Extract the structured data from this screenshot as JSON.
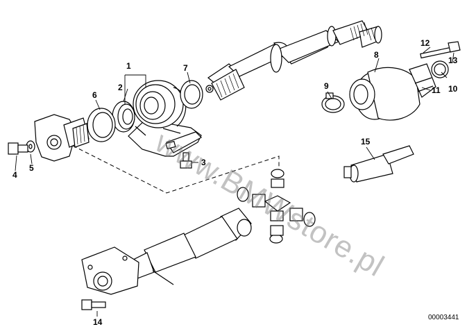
{
  "diagram": {
    "callouts": {
      "c1": "1",
      "c2": "2",
      "c3": "3",
      "c4": "4",
      "c5": "5",
      "c6": "6",
      "c7": "7",
      "c8": "8",
      "c9": "9",
      "c10": "10",
      "c11": "11",
      "c12": "12",
      "c13": "13",
      "c14": "14",
      "c15": "15"
    },
    "drawing_number": "00003441",
    "watermark": "www.BMWstore.pl"
  }
}
